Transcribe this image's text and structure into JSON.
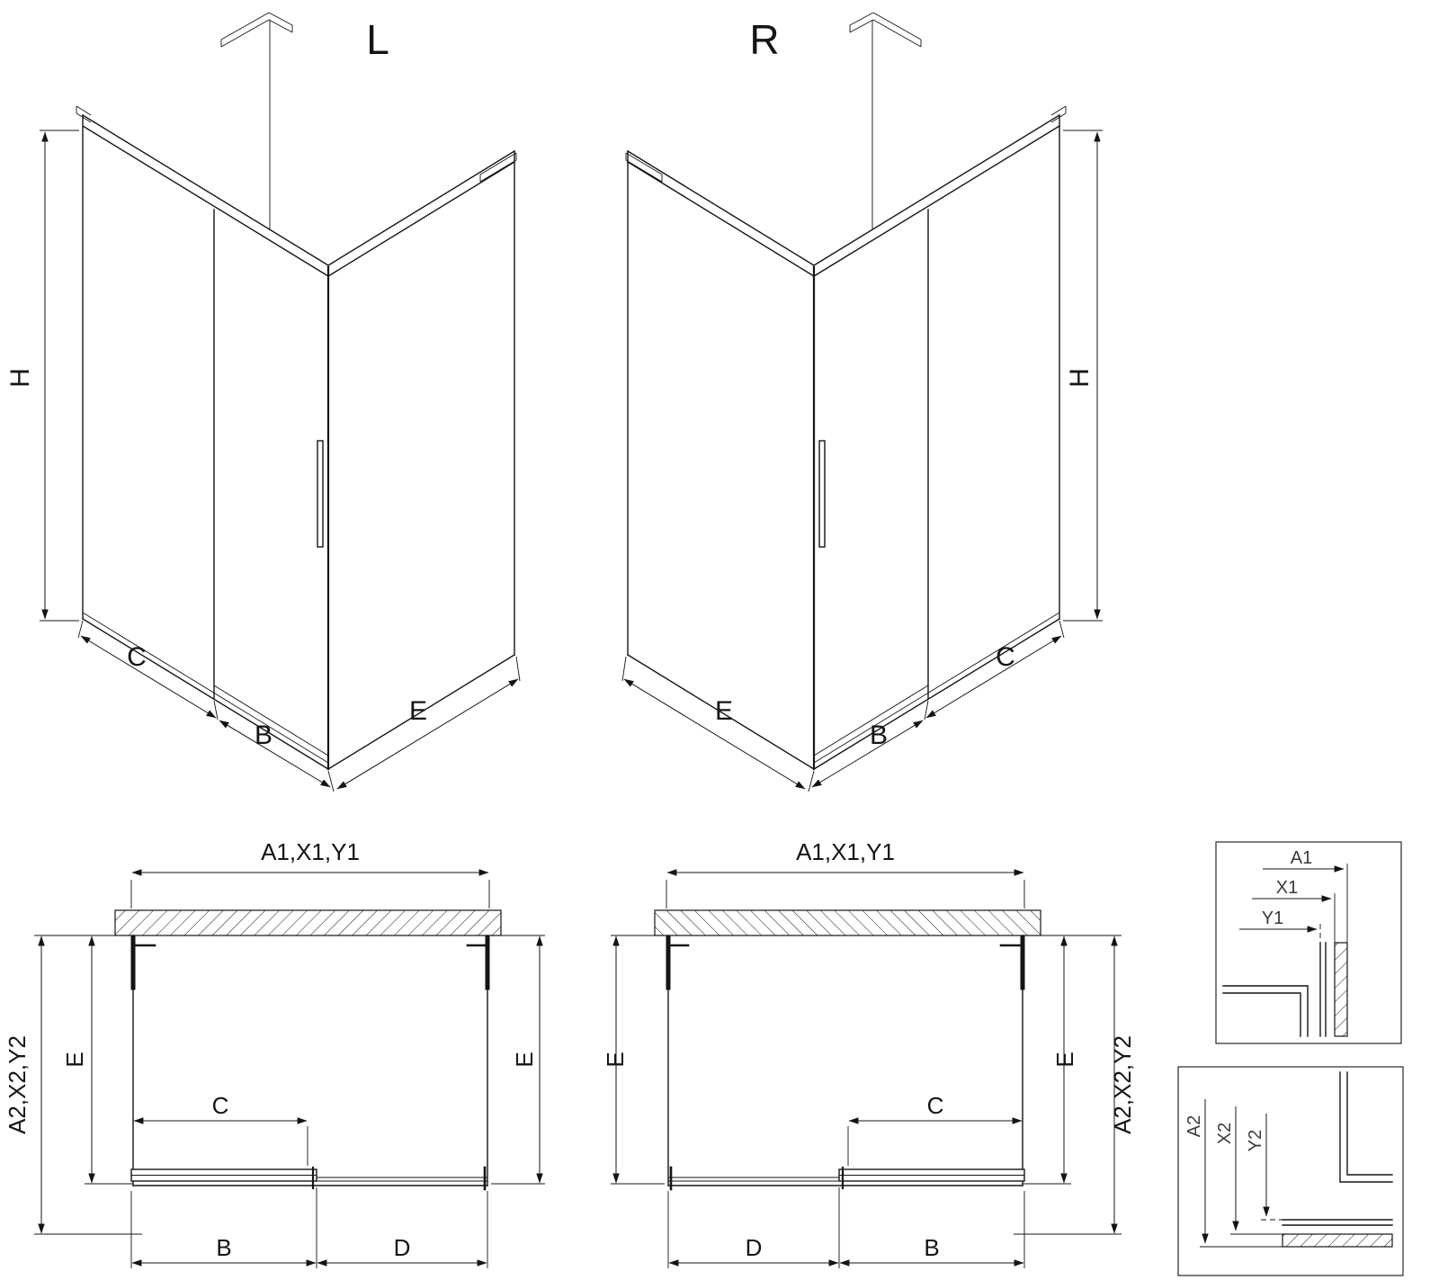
{
  "drawing": {
    "background": "#ffffff",
    "ink": "#141414",
    "iso": {
      "left": {
        "variant": "L",
        "height": "H",
        "fixed_section": "C",
        "door_section": "B",
        "side_section": "E"
      },
      "right": {
        "variant": "R",
        "height": "H",
        "fixed_section": "C",
        "door_section": "B",
        "side_section": "E"
      }
    },
    "plan": {
      "left": {
        "overall_width": "A1,X1,Y1",
        "overall_depth": "A2,X2,Y2",
        "inner_depth_left": "E",
        "inner_depth_right": "E",
        "door_opening": "C",
        "door_width": "B",
        "fixed_width": "D"
      },
      "right": {
        "overall_width": "A1,X1,Y1",
        "overall_depth": "A2,X2,Y2",
        "inner_depth_left": "E",
        "inner_depth_right": "E",
        "door_opening": "C",
        "door_width": "B",
        "fixed_width": "D"
      }
    },
    "details": {
      "width": {
        "a1": "A1",
        "x1": "X1",
        "y1": "Y1"
      },
      "depth": {
        "a2": "A2",
        "x2": "X2",
        "y2": "Y2"
      }
    }
  }
}
